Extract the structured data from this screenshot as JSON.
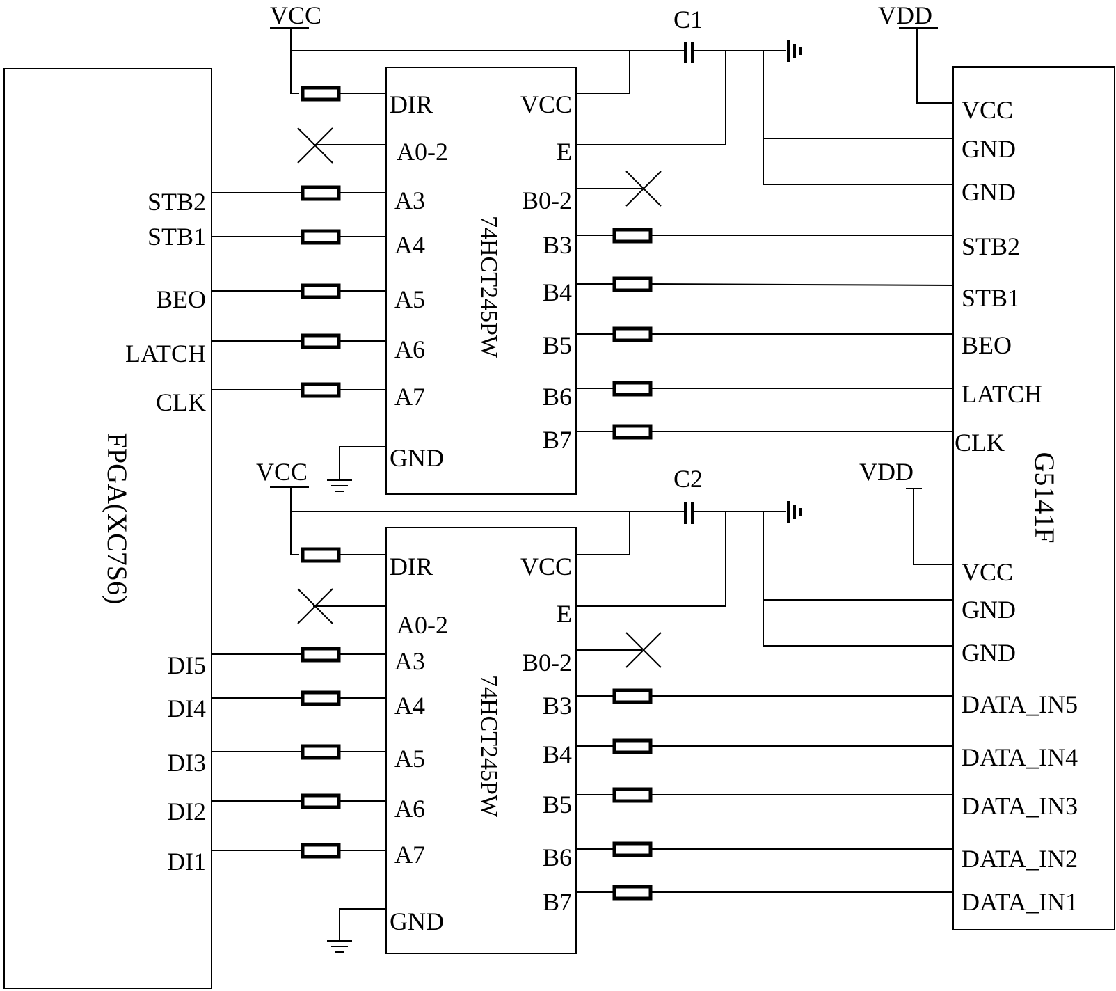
{
  "fpga": {
    "label": "FPGA(XC7S6)",
    "signals_top": [
      "STB2",
      "STB1",
      "BEO",
      "LATCH",
      "CLK"
    ],
    "signals_bottom": [
      "DI5",
      "DI4",
      "DI3",
      "DI2",
      "DI1"
    ]
  },
  "driver": {
    "label": "G5141F",
    "pins_top": [
      "VCC",
      "GND",
      "GND",
      "STB2",
      "STB1",
      "BEO",
      "LATCH",
      "CLK"
    ],
    "pins_bottom": [
      "VCC",
      "GND",
      "GND",
      "DATA_IN5",
      "DATA_IN4",
      "DATA_IN3",
      "DATA_IN2",
      "DATA_IN1"
    ]
  },
  "buffers": [
    {
      "part": "74HCT245PW",
      "cap": "C1",
      "vcc_supply": "VCC",
      "vdd_supply": "VDD",
      "left_pins": [
        "DIR",
        "A0-2",
        "A3",
        "A4",
        "A5",
        "A6",
        "A7",
        "GND"
      ],
      "right_pins": [
        "VCC",
        "E",
        "B0-2",
        "B3",
        "B4",
        "B5",
        "B6",
        "B7"
      ]
    },
    {
      "part": "74HCT245PW",
      "cap": "C2",
      "vcc_supply": "VCC",
      "vdd_supply": "VDD",
      "left_pins": [
        "DIR",
        "A0-2",
        "A3",
        "A4",
        "A5",
        "A6",
        "A7",
        "GND"
      ],
      "right_pins": [
        "VCC",
        "E",
        "B0-2",
        "B3",
        "B4",
        "B5",
        "B6",
        "B7"
      ]
    }
  ]
}
